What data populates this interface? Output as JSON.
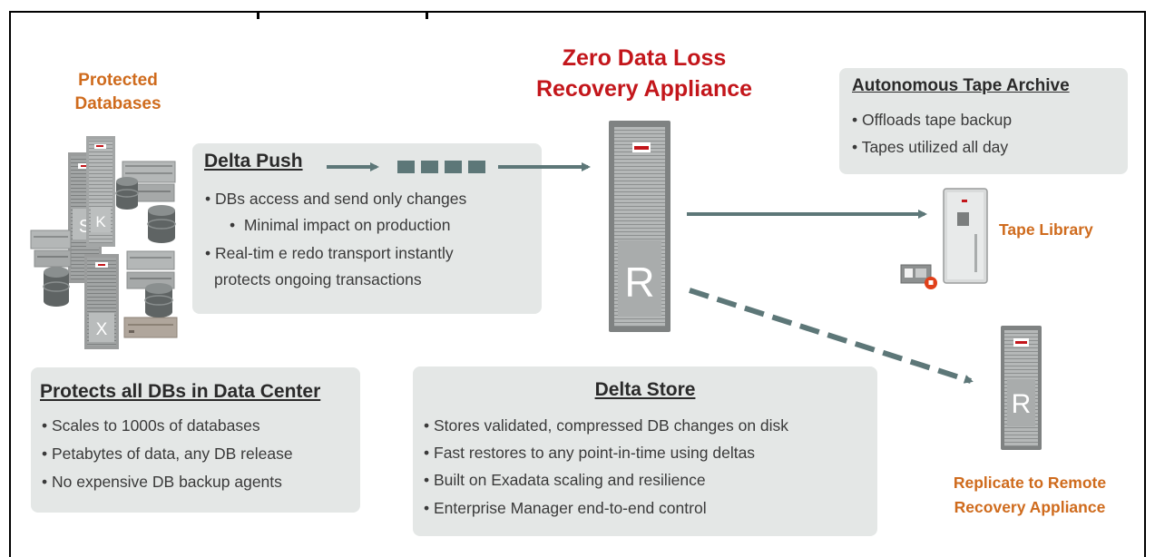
{
  "main_title": [
    "Zero Data Loss",
    "Recovery Appliance"
  ],
  "protected_databases": [
    "Protected",
    "Databases"
  ],
  "delta_push": {
    "title": "Delta Push",
    "bullets": [
      "DBs access and send only changes",
      "Minimal impact on production",
      "Real-tim e redo transport instantly",
      "protects ongoing transactions"
    ]
  },
  "tape_archive": {
    "title": "Autonomous Tape Archive",
    "bullets": [
      "Offloads tape backup",
      "Tapes utilized all day"
    ]
  },
  "tape_library_label": "Tape Library",
  "protects_all": {
    "title": "Protects all DBs in Data Center",
    "bullets": [
      "Scales to 1000s of databases",
      "Petabytes of data, any DB release",
      "No expensive DB backup agents"
    ]
  },
  "delta_store": {
    "title": "Delta Store",
    "bullets": [
      "Stores validated, compressed DB changes on disk",
      "Fast restores to any point-in-time using deltas",
      "Built on Exadata scaling and resilience",
      "Enterprise Manager end-to-end control"
    ]
  },
  "replicate_label": [
    "Replicate to Remote",
    "Recovery Appliance"
  ],
  "appliance_letter": "R",
  "remote_appliance_letter": "R",
  "server_letters": [
    "S",
    "K",
    "X"
  ],
  "colors": {
    "accent_orange": "#cf6b1d",
    "accent_red": "#c3161b",
    "arrow_gray": "#5d7778",
    "box_gray": "#e4e7e6",
    "rack_gray": "#9a9c9c"
  }
}
